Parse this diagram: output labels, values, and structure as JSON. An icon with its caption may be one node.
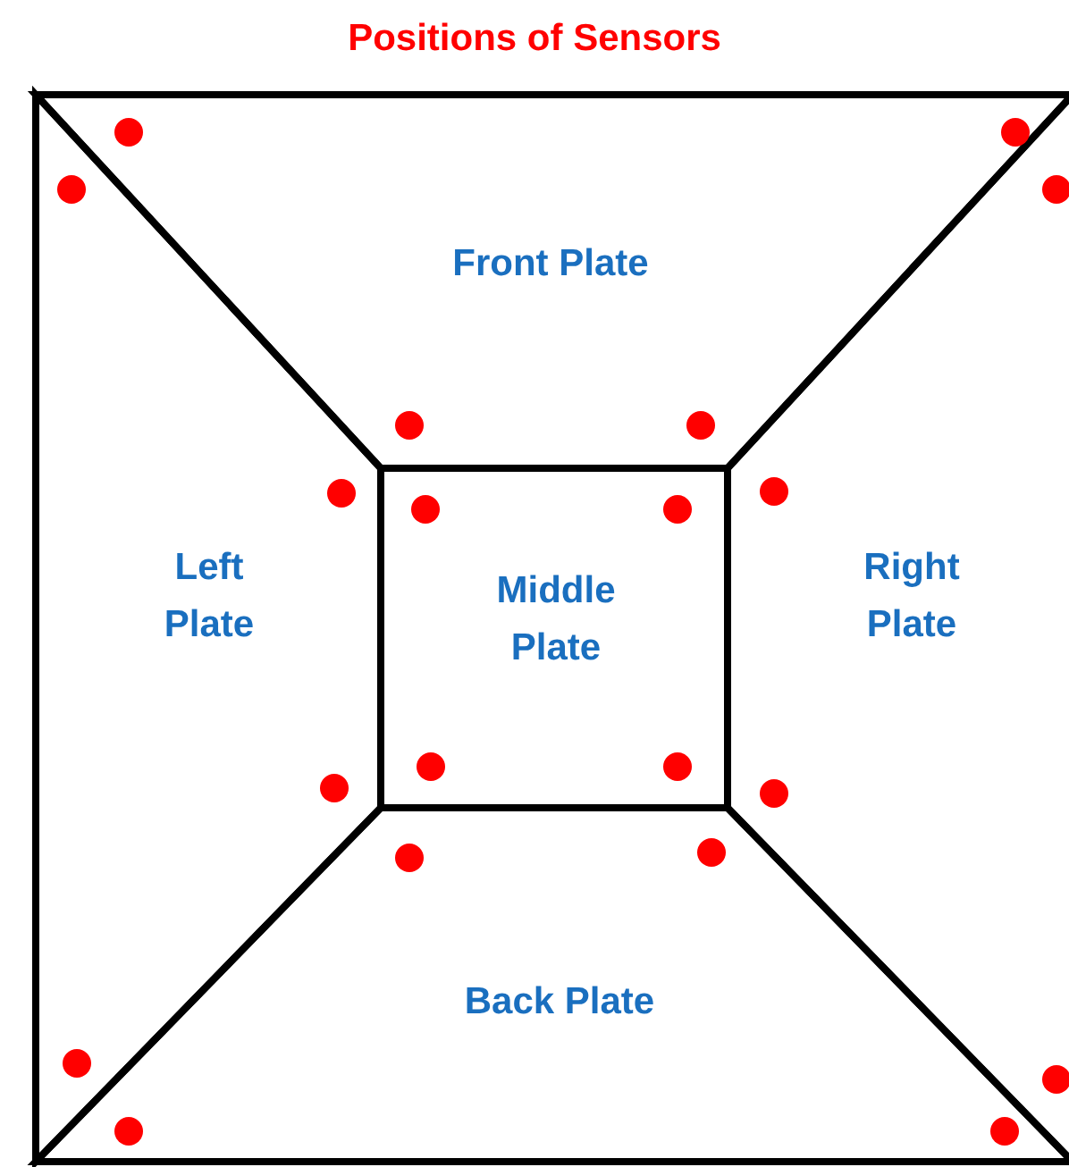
{
  "diagram": {
    "title": "Positions of Sensors",
    "nodes": [
      {
        "text": [
          "Front Plate"
        ]
      },
      {
        "text": [
          "Left Plate"
        ]
      },
      {
        "text": [
          "Middle Plate"
        ]
      },
      {
        "text": [
          "Right Plate"
        ]
      },
      {
        "text": [
          "Back Plate"
        ]
      }
    ]
  }
}
